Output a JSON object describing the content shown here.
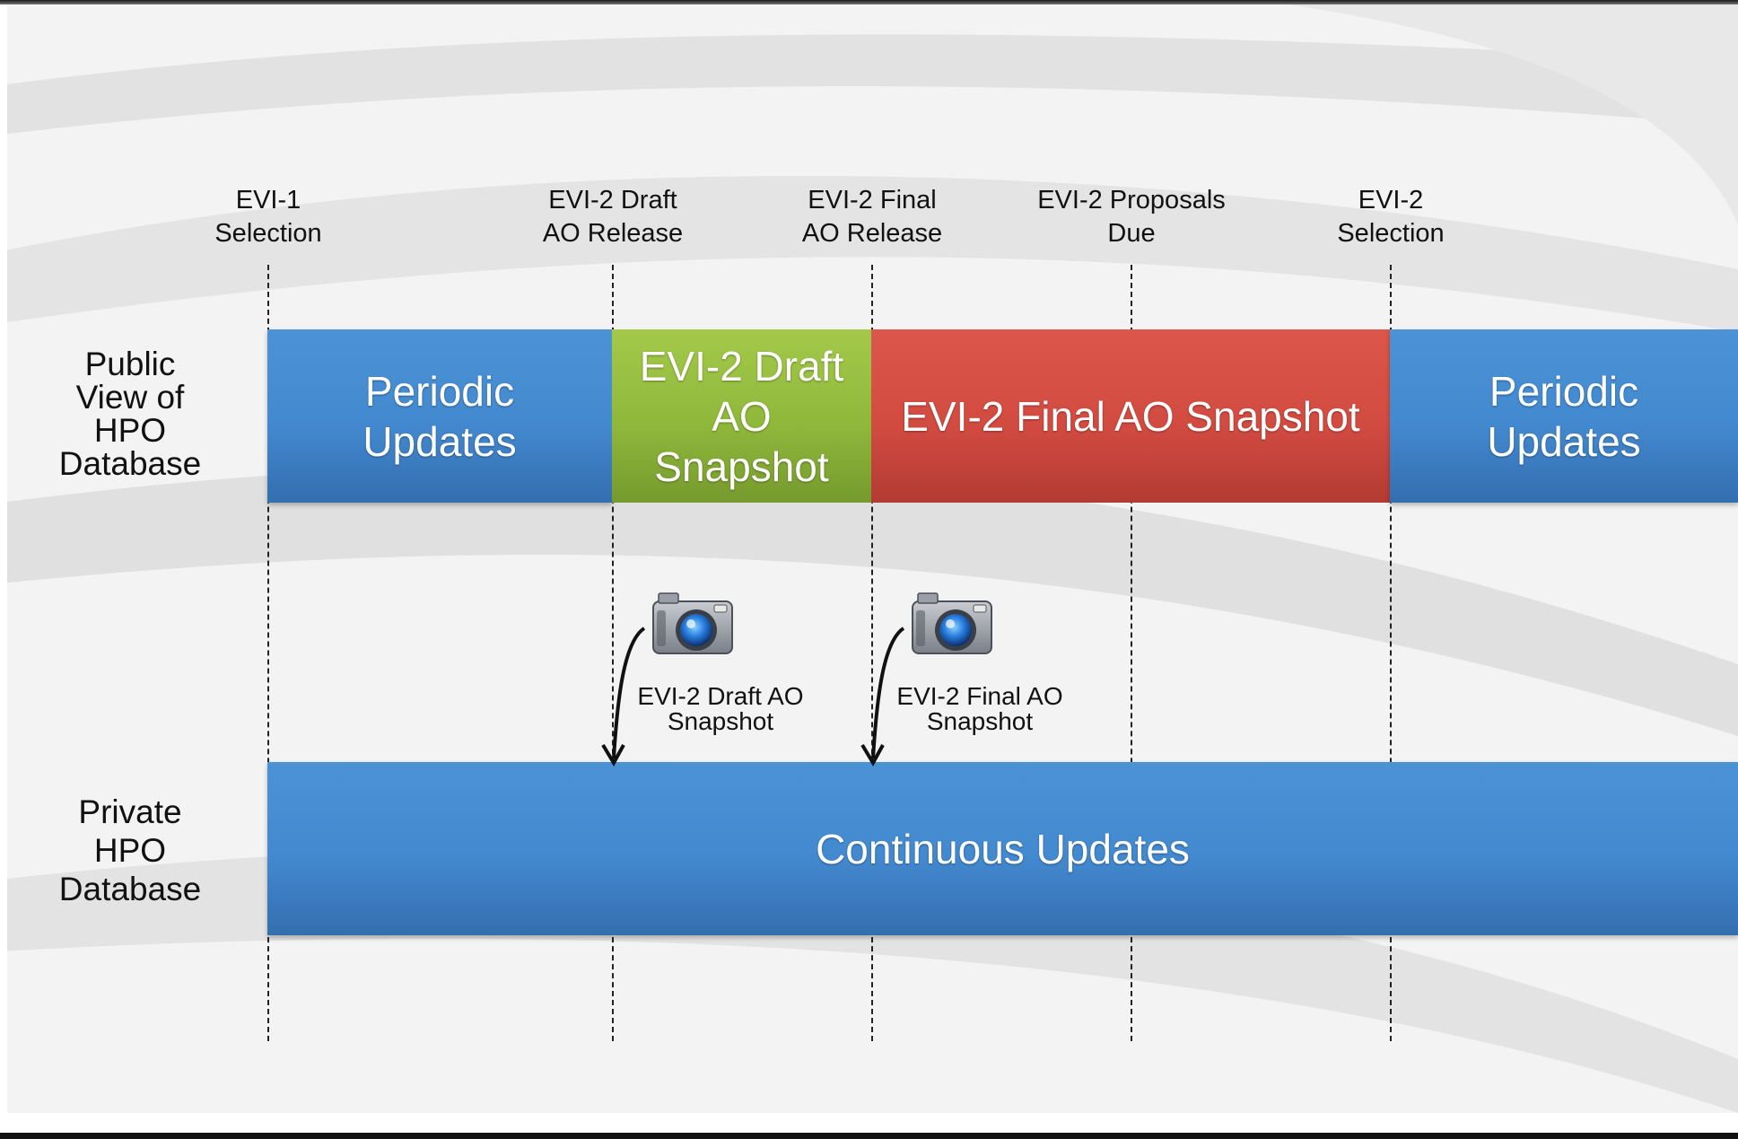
{
  "milestones": [
    {
      "line1": "EVI-1",
      "line2": "Selection"
    },
    {
      "line1": "EVI-2 Draft",
      "line2": "AO Release"
    },
    {
      "line1": "EVI-2 Final",
      "line2": "AO Release"
    },
    {
      "line1": "EVI-2 Proposals",
      "line2": "Due"
    },
    {
      "line1": "EVI-2",
      "line2": "Selection"
    }
  ],
  "rows": {
    "public": {
      "line1": "Public",
      "line2": "View of",
      "line3": "HPO",
      "line4": "Database"
    },
    "private": {
      "line1": "Private",
      "line2": "HPO",
      "line3": "Database"
    }
  },
  "public_bars": {
    "periodic_left": {
      "line1": "Periodic",
      "line2": "Updates",
      "color": "#4389cf"
    },
    "draft": {
      "line1": "EVI-2 Draft",
      "line2": "AO",
      "line3": "Snapshot",
      "color": "#8fb83b"
    },
    "final": {
      "line1": "EVI-2 Final AO Snapshot",
      "color": "#d24b41"
    },
    "periodic_right": {
      "line1": "Periodic",
      "line2": "Updates",
      "color": "#4389cf"
    }
  },
  "private_bar": {
    "label": "Continuous Updates",
    "color": "#4389cf"
  },
  "snapshots": [
    {
      "line1": "EVI-2 Draft AO",
      "line2": "Snapshot",
      "icon": "camera-icon"
    },
    {
      "line1": "EVI-2 Final AO",
      "line2": "Snapshot",
      "icon": "camera-icon"
    }
  ]
}
